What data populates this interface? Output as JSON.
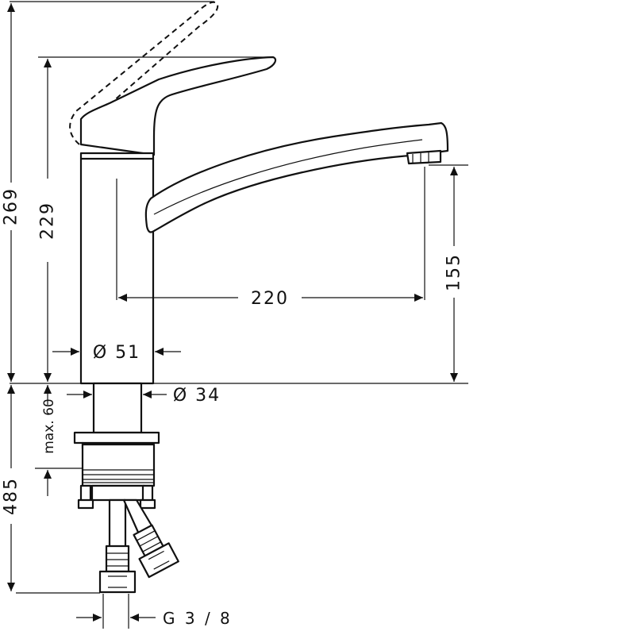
{
  "dimensions": {
    "total_height": "269",
    "body_height": "229",
    "spout_reach": "220",
    "spout_clearance": "155",
    "body_diameter": "Ø 51",
    "shank_diameter": "Ø 34",
    "max_deck_thickness": "max. 60",
    "hose_length": "485",
    "connection_thread": "G 3 / 8"
  },
  "colors": {
    "ink": "#111111",
    "background": "#ffffff"
  }
}
